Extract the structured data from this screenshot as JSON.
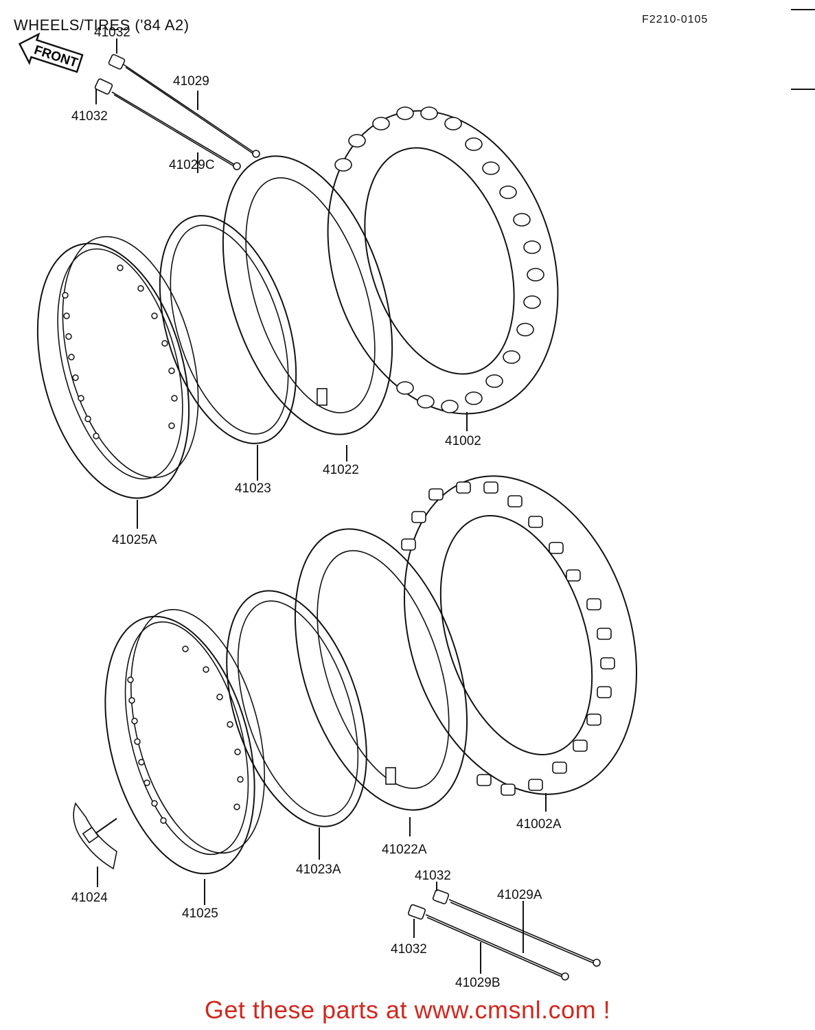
{
  "header": {
    "title": "WHEELS/TIRES ('84 A2)",
    "diagram_code": "F2210-0105"
  },
  "direction_arrow": {
    "label": "FRONT"
  },
  "parts": {
    "spoke_nipple_top_a": "41032",
    "spoke_top": "41029",
    "spoke_nipple_top_b": "41032",
    "spoke_top_c": "41029C",
    "tire_front": "41002",
    "tube_front": "41022",
    "rim_band_front": "41023",
    "rim_front": "41025A",
    "tire_rear": "41002A",
    "tube_rear": "41022A",
    "rim_band_rear": "41023A",
    "rim_lock": "41024",
    "rim_rear": "41025",
    "spoke_nipple_bottom_a": "41032",
    "spoke_bottom_a": "41029A",
    "spoke_nipple_bottom_b": "41032",
    "spoke_bottom_b": "41029B"
  },
  "footer": {
    "text": "Get these parts at www.cmsnl.com !"
  }
}
